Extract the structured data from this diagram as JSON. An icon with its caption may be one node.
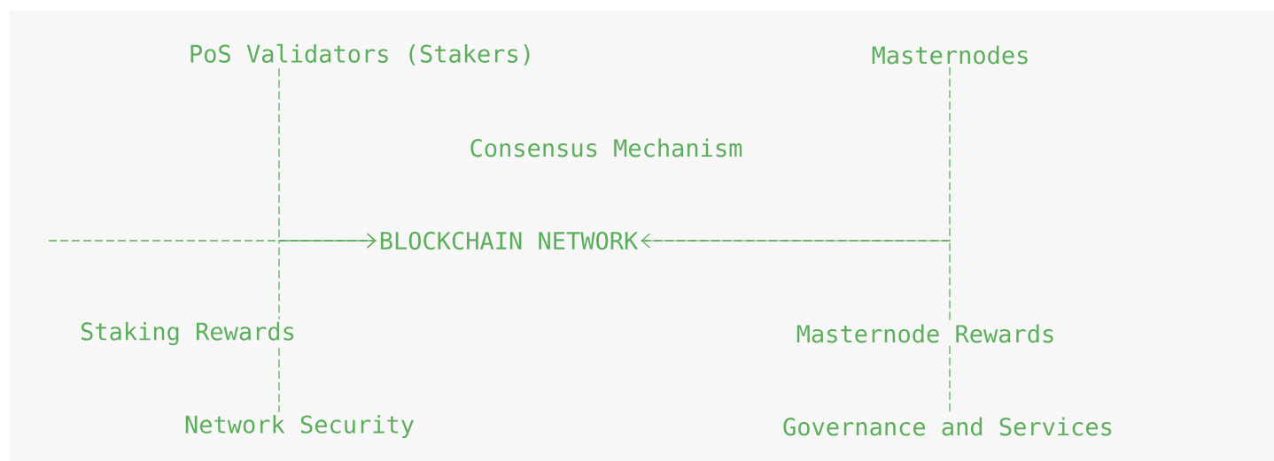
{
  "diagram": {
    "nodes": [
      {
        "text": [
          "PoS Validators (Stakers)"
        ]
      },
      {
        "text": [
          "Masternodes"
        ]
      },
      {
        "text": [
          "BLOCKCHAIN NETWORK"
        ]
      },
      {
        "text": [
          "Staking Rewards"
        ]
      },
      {
        "text": [
          "Masternode Rewards"
        ]
      },
      {
        "text": [
          "Network Security"
        ]
      },
      {
        "text": [
          "Governance and Services"
        ]
      }
    ],
    "edges": [
      {
        "from": 0,
        "to": 2,
        "arrow": "to"
      },
      {
        "from": 1,
        "to": 2,
        "arrow": "to"
      },
      {
        "from": null,
        "to": 2,
        "arrow": "to"
      },
      {
        "from": 2,
        "to": 3,
        "arrow": "none"
      },
      {
        "from": 2,
        "to": 4,
        "arrow": "none"
      },
      {
        "from": 3,
        "to": 5,
        "arrow": "none"
      },
      {
        "from": 4,
        "to": 6,
        "arrow": "none"
      }
    ],
    "labels": [
      "Consensus Mechanism"
    ]
  }
}
